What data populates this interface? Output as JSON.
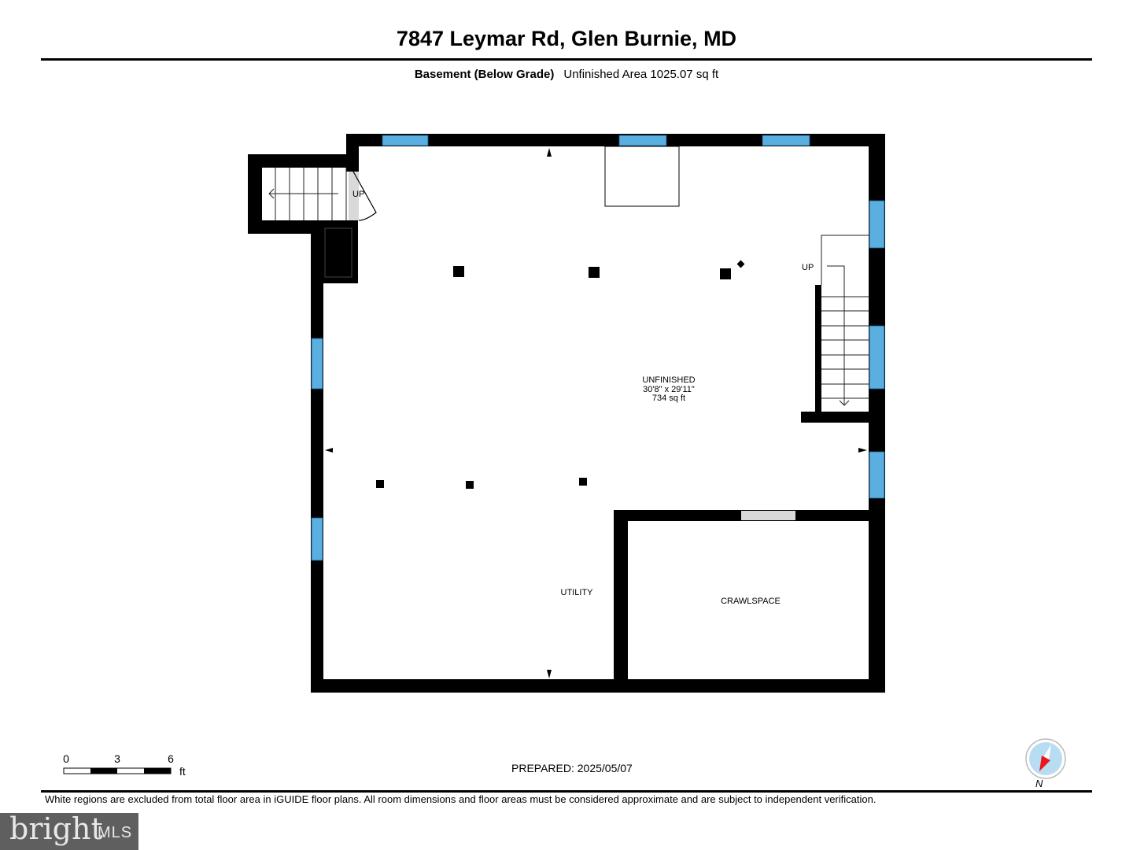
{
  "header": {
    "title": "7847 Leymar Rd, Glen Burnie, MD",
    "level": "Basement (Below Grade)",
    "area": "Unfinished Area 1025.07 sq ft"
  },
  "rooms": [
    {
      "name": "UNFINISHED",
      "dimensions": "30'8\" x 29'11\"",
      "area": "734 sq ft"
    },
    {
      "name": "UTILITY"
    },
    {
      "name": "CRAWLSPACE"
    }
  ],
  "stairs": [
    {
      "label": "UP"
    },
    {
      "label": "UP"
    }
  ],
  "scale": {
    "ticks": [
      "0",
      "3",
      "6"
    ],
    "unit": "ft"
  },
  "footer": {
    "prepared": "PREPARED: 2025/05/07",
    "disclaimer": "White regions are excluded from total floor area in iGUIDE floor plans. All room dimensions and floor areas must be considered approximate and are subject to independent verification."
  },
  "compass": {
    "label": "N"
  },
  "watermark": {
    "brand": "bright",
    "suffix": "MLS"
  },
  "colors": {
    "wall": "#000000",
    "window": "#5aaee0",
    "opening": "#d9d9d9",
    "compass_needle": "#e81818"
  }
}
